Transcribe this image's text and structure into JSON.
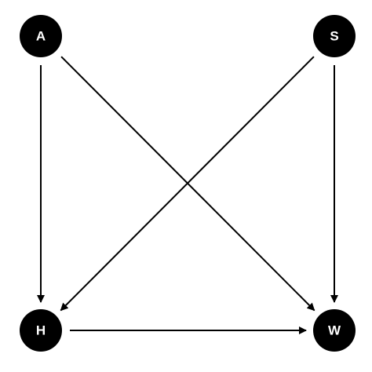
{
  "diagram": {
    "nodes": [
      {
        "id": "A",
        "label": "A"
      },
      {
        "id": "S",
        "label": "S"
      },
      {
        "id": "H",
        "label": "H"
      },
      {
        "id": "W",
        "label": "W"
      }
    ],
    "edges": [
      {
        "from": "A",
        "to": "H"
      },
      {
        "from": "A",
        "to": "W"
      },
      {
        "from": "S",
        "to": "H"
      },
      {
        "from": "S",
        "to": "W"
      },
      {
        "from": "H",
        "to": "W"
      }
    ],
    "colors": {
      "node_fill": "#000000",
      "node_text": "#ffffff",
      "edge": "#000000",
      "background": "#ffffff"
    }
  }
}
